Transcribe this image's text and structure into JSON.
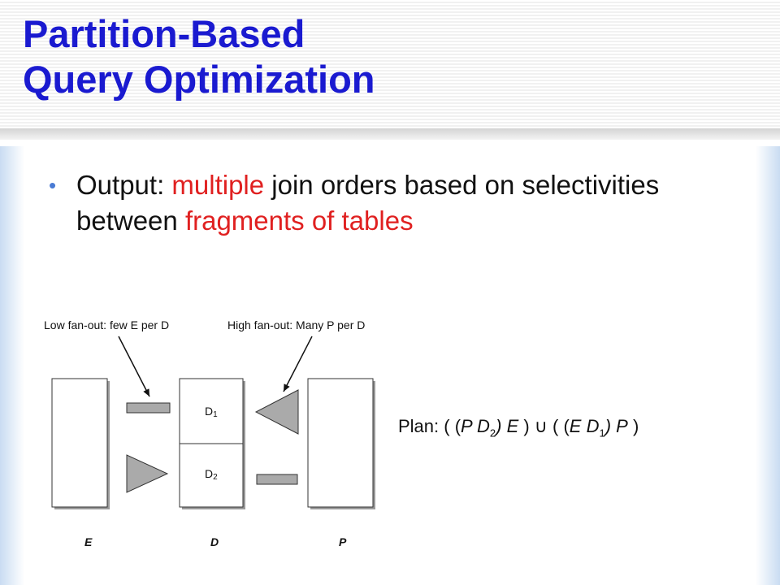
{
  "title": {
    "line1": "Partition-Based",
    "line2": "Query Optimization"
  },
  "bullet": {
    "dot": "•",
    "prefix": "Output: ",
    "hl1": "multiple",
    "mid": " join orders based on selectivities between ",
    "hl2": "fragments of tables"
  },
  "diagram": {
    "low_label": "Low fan-out: few E per D",
    "high_label": "High fan-out: Many P per D",
    "d1_label": "D",
    "d1_sub": "1",
    "d2_label": "D",
    "d2_sub": "2",
    "e_label": "E",
    "d_label": "D",
    "p_label": "P"
  },
  "plan": {
    "prefix": "Plan: ( (",
    "t1": "P D",
    "s1": "2",
    "t2": ") E",
    "mid": " ) ∪ ( (",
    "t3": "E D",
    "s2": "1",
    "t4": ") P",
    "end": " )"
  },
  "colors": {
    "title": "#1a1ad0",
    "highlight": "#e02020",
    "bullet": "#4a7bd4",
    "shape_fill": "#aaaaaa"
  }
}
